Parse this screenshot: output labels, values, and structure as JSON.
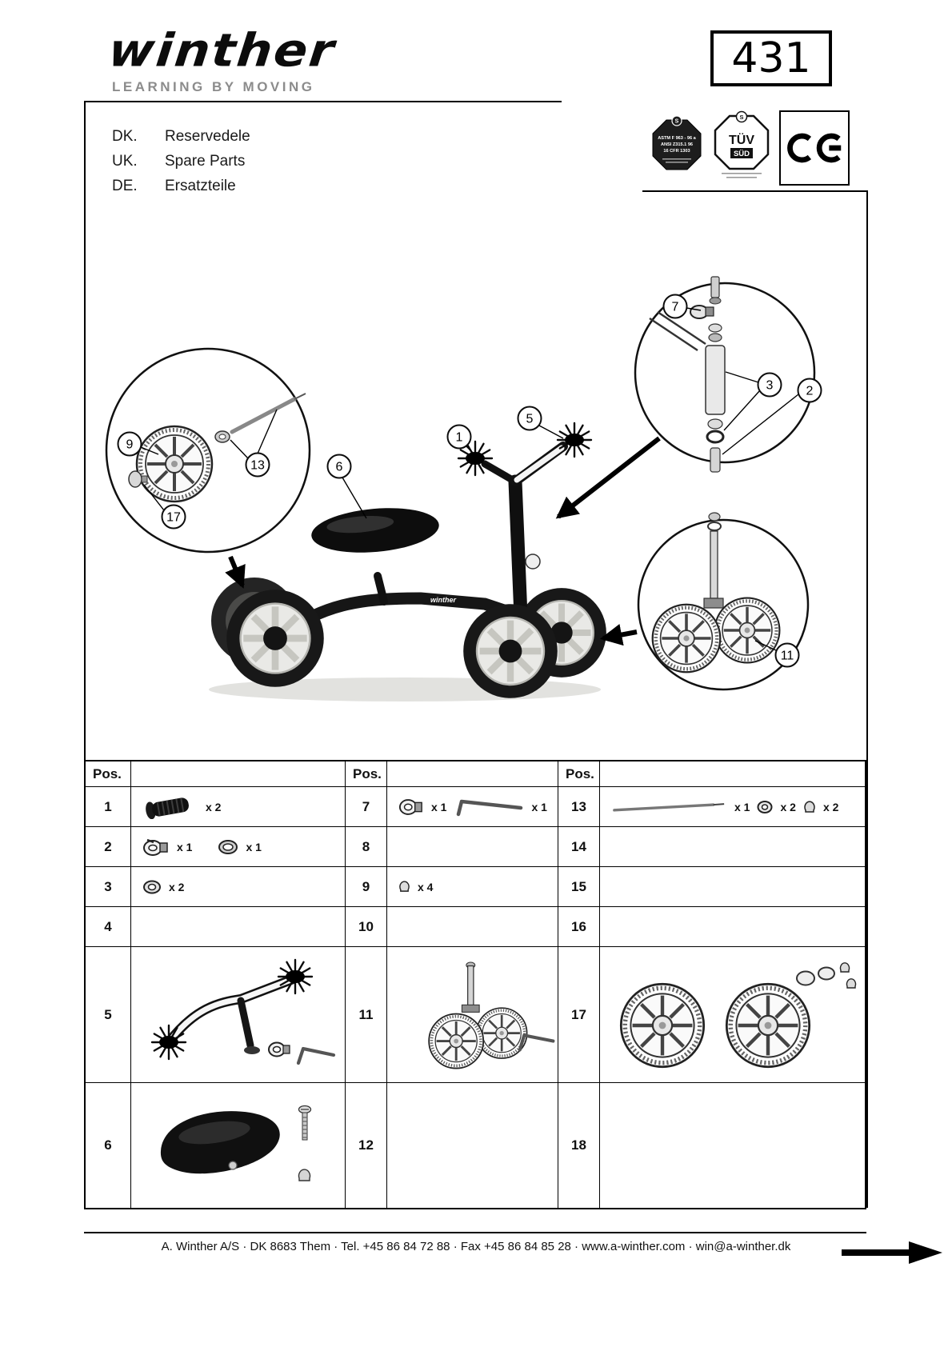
{
  "header": {
    "logo_text": "winther",
    "tagline": "LEARNING BY MOVING",
    "model_number": "431"
  },
  "languages": [
    {
      "code": "DK.",
      "label": "Reservedele"
    },
    {
      "code": "UK.",
      "label": "Spare Parts"
    },
    {
      "code": "DE.",
      "label": "Ersatzteile"
    }
  ],
  "certifications": {
    "astm": {
      "s_mark": "S",
      "line1": "ASTM F 963 - 96 a",
      "line2": "ANSI Z315.1 96",
      "line3": "16 CFR 1303"
    },
    "tuv": {
      "s_mark": "S",
      "name": "TÜV",
      "region": "SÜD"
    },
    "ce_mark": "CE"
  },
  "diagram": {
    "brand_label": "winther",
    "callouts": {
      "c1": "1",
      "c2": "2",
      "c3": "3",
      "c5": "5",
      "c6": "6",
      "c7": "7",
      "c9": "9",
      "c11": "11",
      "c13": "13",
      "c17": "17"
    }
  },
  "table": {
    "pos_header": "Pos.",
    "rows": [
      {
        "cells": [
          {
            "pos": "1",
            "items": [
              {
                "name": "handlebar-grip",
                "qty": "x 2"
              }
            ]
          },
          {
            "pos": "7",
            "items": [
              {
                "name": "clamp",
                "qty": "x 1"
              },
              {
                "name": "allen-key",
                "qty": "x 1"
              }
            ]
          },
          {
            "pos": "13",
            "items": [
              {
                "name": "wheel-axle",
                "qty": "x 1"
              },
              {
                "name": "axle-bushing",
                "qty": "x 2"
              },
              {
                "name": "hub-cap",
                "qty": "x 2"
              }
            ]
          }
        ]
      },
      {
        "cells": [
          {
            "pos": "2",
            "items": [
              {
                "name": "steering-clamp",
                "qty": "x 1"
              },
              {
                "name": "bearing-ring",
                "qty": "x 1"
              }
            ]
          },
          {
            "pos": "8",
            "items": []
          },
          {
            "pos": "14",
            "items": []
          }
        ]
      },
      {
        "cells": [
          {
            "pos": "3",
            "items": [
              {
                "name": "washer",
                "qty": "x 2"
              }
            ]
          },
          {
            "pos": "9",
            "items": [
              {
                "name": "cap-nut",
                "qty": "x 4"
              }
            ]
          },
          {
            "pos": "15",
            "items": []
          }
        ]
      },
      {
        "cells": [
          {
            "pos": "4",
            "items": []
          },
          {
            "pos": "10",
            "items": []
          },
          {
            "pos": "16",
            "items": []
          }
        ]
      },
      {
        "cells": [
          {
            "pos": "5",
            "items": [
              {
                "name": "handlebar-assembly"
              }
            ]
          },
          {
            "pos": "11",
            "items": [
              {
                "name": "support-wheel-assembly"
              }
            ]
          },
          {
            "pos": "17",
            "items": [
              {
                "name": "wheel-set"
              }
            ]
          }
        ]
      },
      {
        "cells": [
          {
            "pos": "6",
            "items": [
              {
                "name": "saddle-assembly"
              }
            ]
          },
          {
            "pos": "12",
            "items": []
          },
          {
            "pos": "18",
            "items": []
          }
        ]
      }
    ]
  },
  "footer": {
    "text": "A. Winther A/S · DK 8683 Them · Tel. +45 86 84 72 88 · Fax +45 86 84 85 28 · www.a-winther.com · win@a-winther.dk"
  }
}
